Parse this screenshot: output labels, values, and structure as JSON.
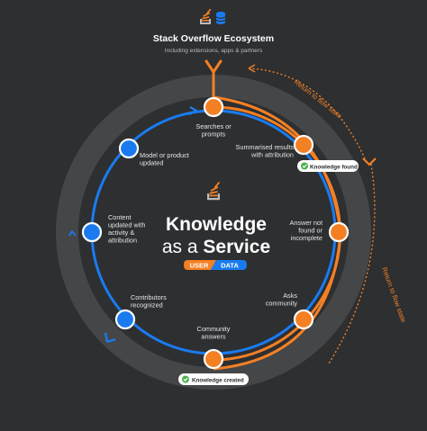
{
  "header": {
    "title": "Stack Overflow Ecosystem",
    "subtitle": "Including extensions, apps & partners"
  },
  "center": {
    "line1": "Knowledge",
    "line2_prefix": "as a ",
    "line2_emph": "Service",
    "pill_user": "USER",
    "pill_data": "DATA"
  },
  "flow_labels": {
    "top": "Return to flow state",
    "right": "Return to flow state"
  },
  "nodes": [
    {
      "id": "searches",
      "label": [
        "Searches or",
        "prompts"
      ],
      "kind": "user"
    },
    {
      "id": "summarised",
      "label": [
        "Summarised results",
        "with attribution"
      ],
      "kind": "user"
    },
    {
      "id": "not-found",
      "label": [
        "Answer not",
        "found or",
        "incomplete"
      ],
      "kind": "user"
    },
    {
      "id": "asks",
      "label": [
        "Asks",
        "community"
      ],
      "kind": "user"
    },
    {
      "id": "community-answers",
      "label": [
        "Community",
        "answers"
      ],
      "kind": "user"
    },
    {
      "id": "contributors",
      "label": [
        "Contributors",
        "recognized"
      ],
      "kind": "data"
    },
    {
      "id": "content-updated",
      "label": [
        "Content",
        "updated with",
        "activity &",
        "attribution"
      ],
      "kind": "data"
    },
    {
      "id": "model-updated",
      "label": [
        "Model or product",
        "updated"
      ],
      "kind": "data"
    }
  ],
  "badges": {
    "found": "Knowledge found",
    "created": "Knowledge created"
  },
  "colors": {
    "background": "#2d2f31",
    "orange": "#f48024",
    "blue": "#1a7bf0",
    "green": "#4caf50",
    "ring": "#3e4042"
  }
}
